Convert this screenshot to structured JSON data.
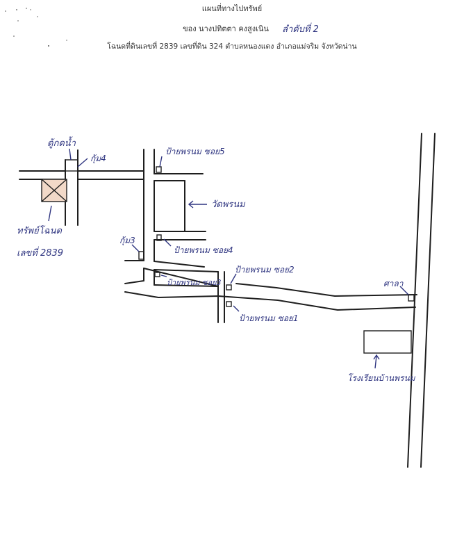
{
  "header": {
    "title": "แผนที่ทางไปทรัพย์",
    "owner": "ของ นางปทิตตา คงสูงเนิน",
    "item_no": "ลำดับที่ 2",
    "deed_info": "โฉนดที่ดินเลขที่ 2839 เลขที่ดิน 324 ตำบลหนองแดง อำเภอแม่จริม จังหวัดน่าน"
  },
  "labels": {
    "water_meter": "ตู้กดน้ำ",
    "hut4": "กุ้ม4",
    "sign_soi5": "ป้ายพรนม ซอย5",
    "temple": "วัดพรนม",
    "property_line1": "ทรัพย์โฉนด",
    "property_line2": "เลขที่ 2839",
    "hut3": "กุ้ม3",
    "sign_soi4": "ป้ายพรนม ซอย4",
    "sign_soi3": "ป้ายพรนม ซอย3",
    "sign_soi2": "ป้ายพรนม ซอย2",
    "sign_soi1": "ป้ายพรนม ซอย1",
    "pavilion": "ศาลา",
    "school": "โรงเรียนบ้านพรนม"
  },
  "colors": {
    "ink": "#2f3580",
    "line": "#1e1e1e",
    "property_fill": "#f2d9c8"
  }
}
